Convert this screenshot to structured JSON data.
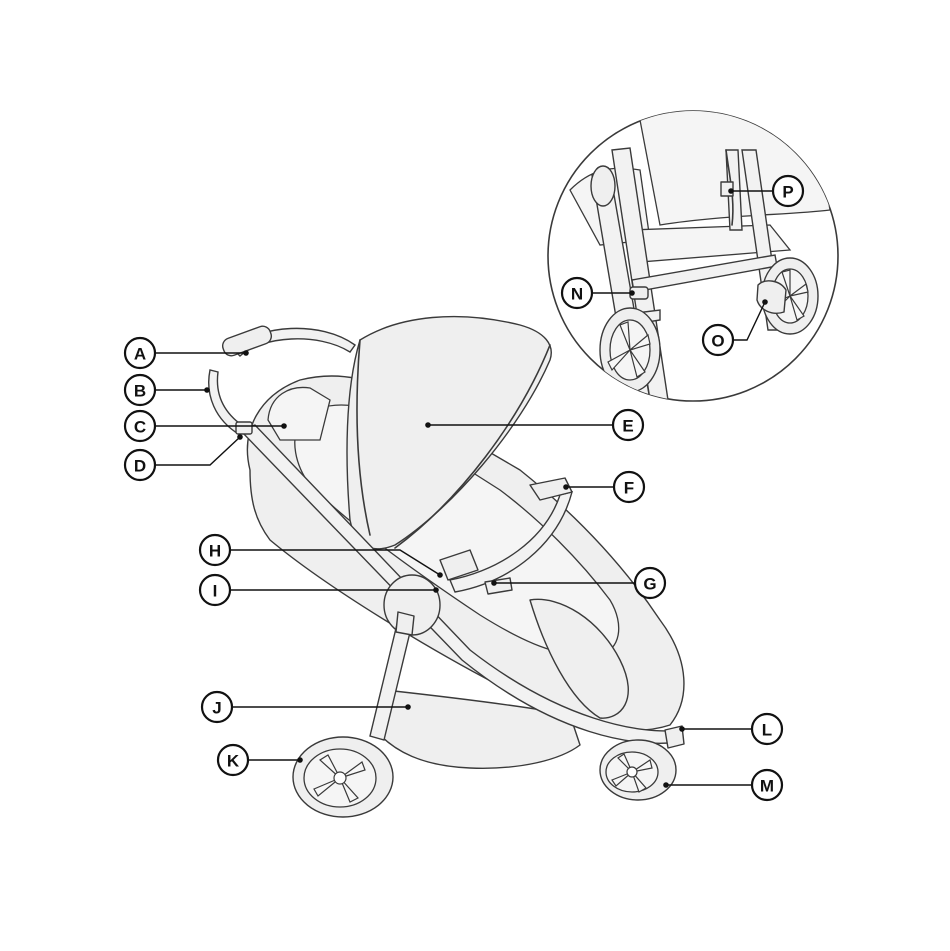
{
  "callouts": [
    {
      "id": "A",
      "label": "A"
    },
    {
      "id": "B",
      "label": "B"
    },
    {
      "id": "C",
      "label": "C"
    },
    {
      "id": "D",
      "label": "D"
    },
    {
      "id": "E",
      "label": "E"
    },
    {
      "id": "F",
      "label": "F"
    },
    {
      "id": "G",
      "label": "G"
    },
    {
      "id": "H",
      "label": "H"
    },
    {
      "id": "I",
      "label": "I"
    },
    {
      "id": "J",
      "label": "J"
    },
    {
      "id": "K",
      "label": "K"
    },
    {
      "id": "L",
      "label": "L"
    },
    {
      "id": "M",
      "label": "M"
    },
    {
      "id": "N",
      "label": "N"
    },
    {
      "id": "O",
      "label": "O"
    },
    {
      "id": "P",
      "label": "P"
    }
  ],
  "colors": {
    "line": "#3a3a3a",
    "fill": "#efefef",
    "badge_stroke": "#111111"
  },
  "icons": [
    "stroller-illustration",
    "wheel-icon",
    "detail-inset"
  ]
}
